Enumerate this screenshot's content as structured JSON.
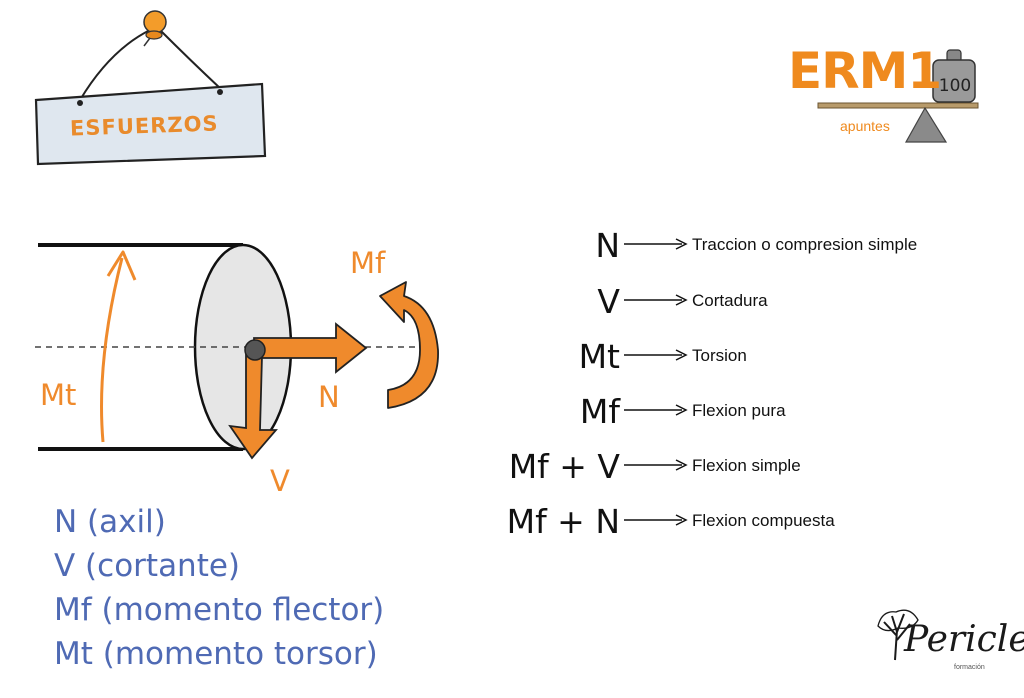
{
  "sign": {
    "title": "ESFUERZOS"
  },
  "logo": {
    "title": "ERM1",
    "subtitle": "apuntes",
    "weight": "100"
  },
  "diagram": {
    "label_mt": "Mt",
    "label_mf": "Mf",
    "label_n": "N",
    "label_v": "V"
  },
  "legend": {
    "items": [
      "N (axil)",
      "V (cortante)",
      "Mf (momento flector)",
      "Mt (momento torsor)"
    ]
  },
  "relations": [
    {
      "symbol": "N",
      "description": "Traccion o compresion simple"
    },
    {
      "symbol": "V",
      "description": "Cortadura"
    },
    {
      "symbol": "Mt",
      "description": "Torsion"
    },
    {
      "symbol": "Mf",
      "description": "Flexion pura"
    },
    {
      "symbol": "Mf + V",
      "description": "Flexion simple"
    },
    {
      "symbol": "Mf + N",
      "description": "Flexion compuesta"
    }
  ],
  "brand": {
    "name": "ericles",
    "initial": "P",
    "tagline": "formación"
  },
  "colors": {
    "accent": "#ef8a2c",
    "legend": "#4f6ab4",
    "sign_bg": "#dfe7ef"
  }
}
